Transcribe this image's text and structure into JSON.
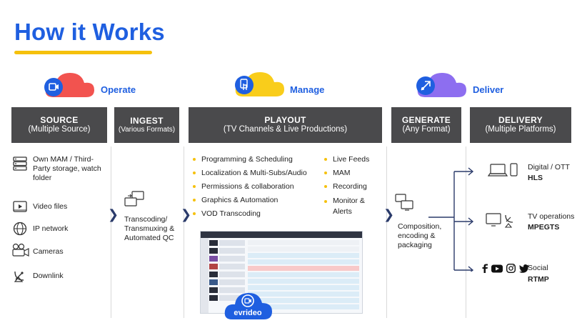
{
  "title": "How it Works",
  "stages": {
    "operate": "Operate",
    "manage": "Manage",
    "deliver": "Deliver"
  },
  "sections": {
    "source": {
      "title": "SOURCE",
      "subtitle": "(Multiple Source)"
    },
    "ingest": {
      "title": "INGEST",
      "subtitle": "(Various Formats)"
    },
    "playout": {
      "title": "PLAYOUT",
      "subtitle": "(TV Channels & Live Productions)"
    },
    "generate": {
      "title": "GENERATE",
      "subtitle": "(Any Format)"
    },
    "delivery": {
      "title": "DELIVERY",
      "subtitle": "(Multiple Platforms)"
    }
  },
  "source_items": {
    "mam": "Own MAM / Third-Party storage, watch folder",
    "video": "Video files",
    "ip": "IP network",
    "cameras": "Cameras",
    "downlink": "Downlink"
  },
  "ingest_text": "Transcoding/ Transmuxing & Automated QC",
  "playout_left": [
    "Programming & Scheduling",
    "Localization & Multi-Subs/Audio",
    "Permissions & collaboration",
    "Graphics & Automation",
    "VOD Transcoding"
  ],
  "playout_right": [
    "Live Feeds",
    "MAM",
    "Recording",
    "Monitor & Alerts"
  ],
  "generate_text": "Composition, encoding & packaging",
  "delivery": {
    "digital": {
      "label": "Digital / OTT",
      "protocol": "HLS"
    },
    "tv": {
      "label": "TV operations",
      "protocol": "MPEGTS"
    },
    "social": {
      "label": "Social",
      "protocol": "RTMP"
    }
  },
  "brand": "evrideo",
  "colors": {
    "accent_blue": "#1f5fe0",
    "underline_yellow": "#f5c10d",
    "header_gray": "#4a4a4c",
    "cloud_red": "#f2534f",
    "cloud_yellow": "#f9cd1b",
    "cloud_purple": "#8d6ef0"
  }
}
